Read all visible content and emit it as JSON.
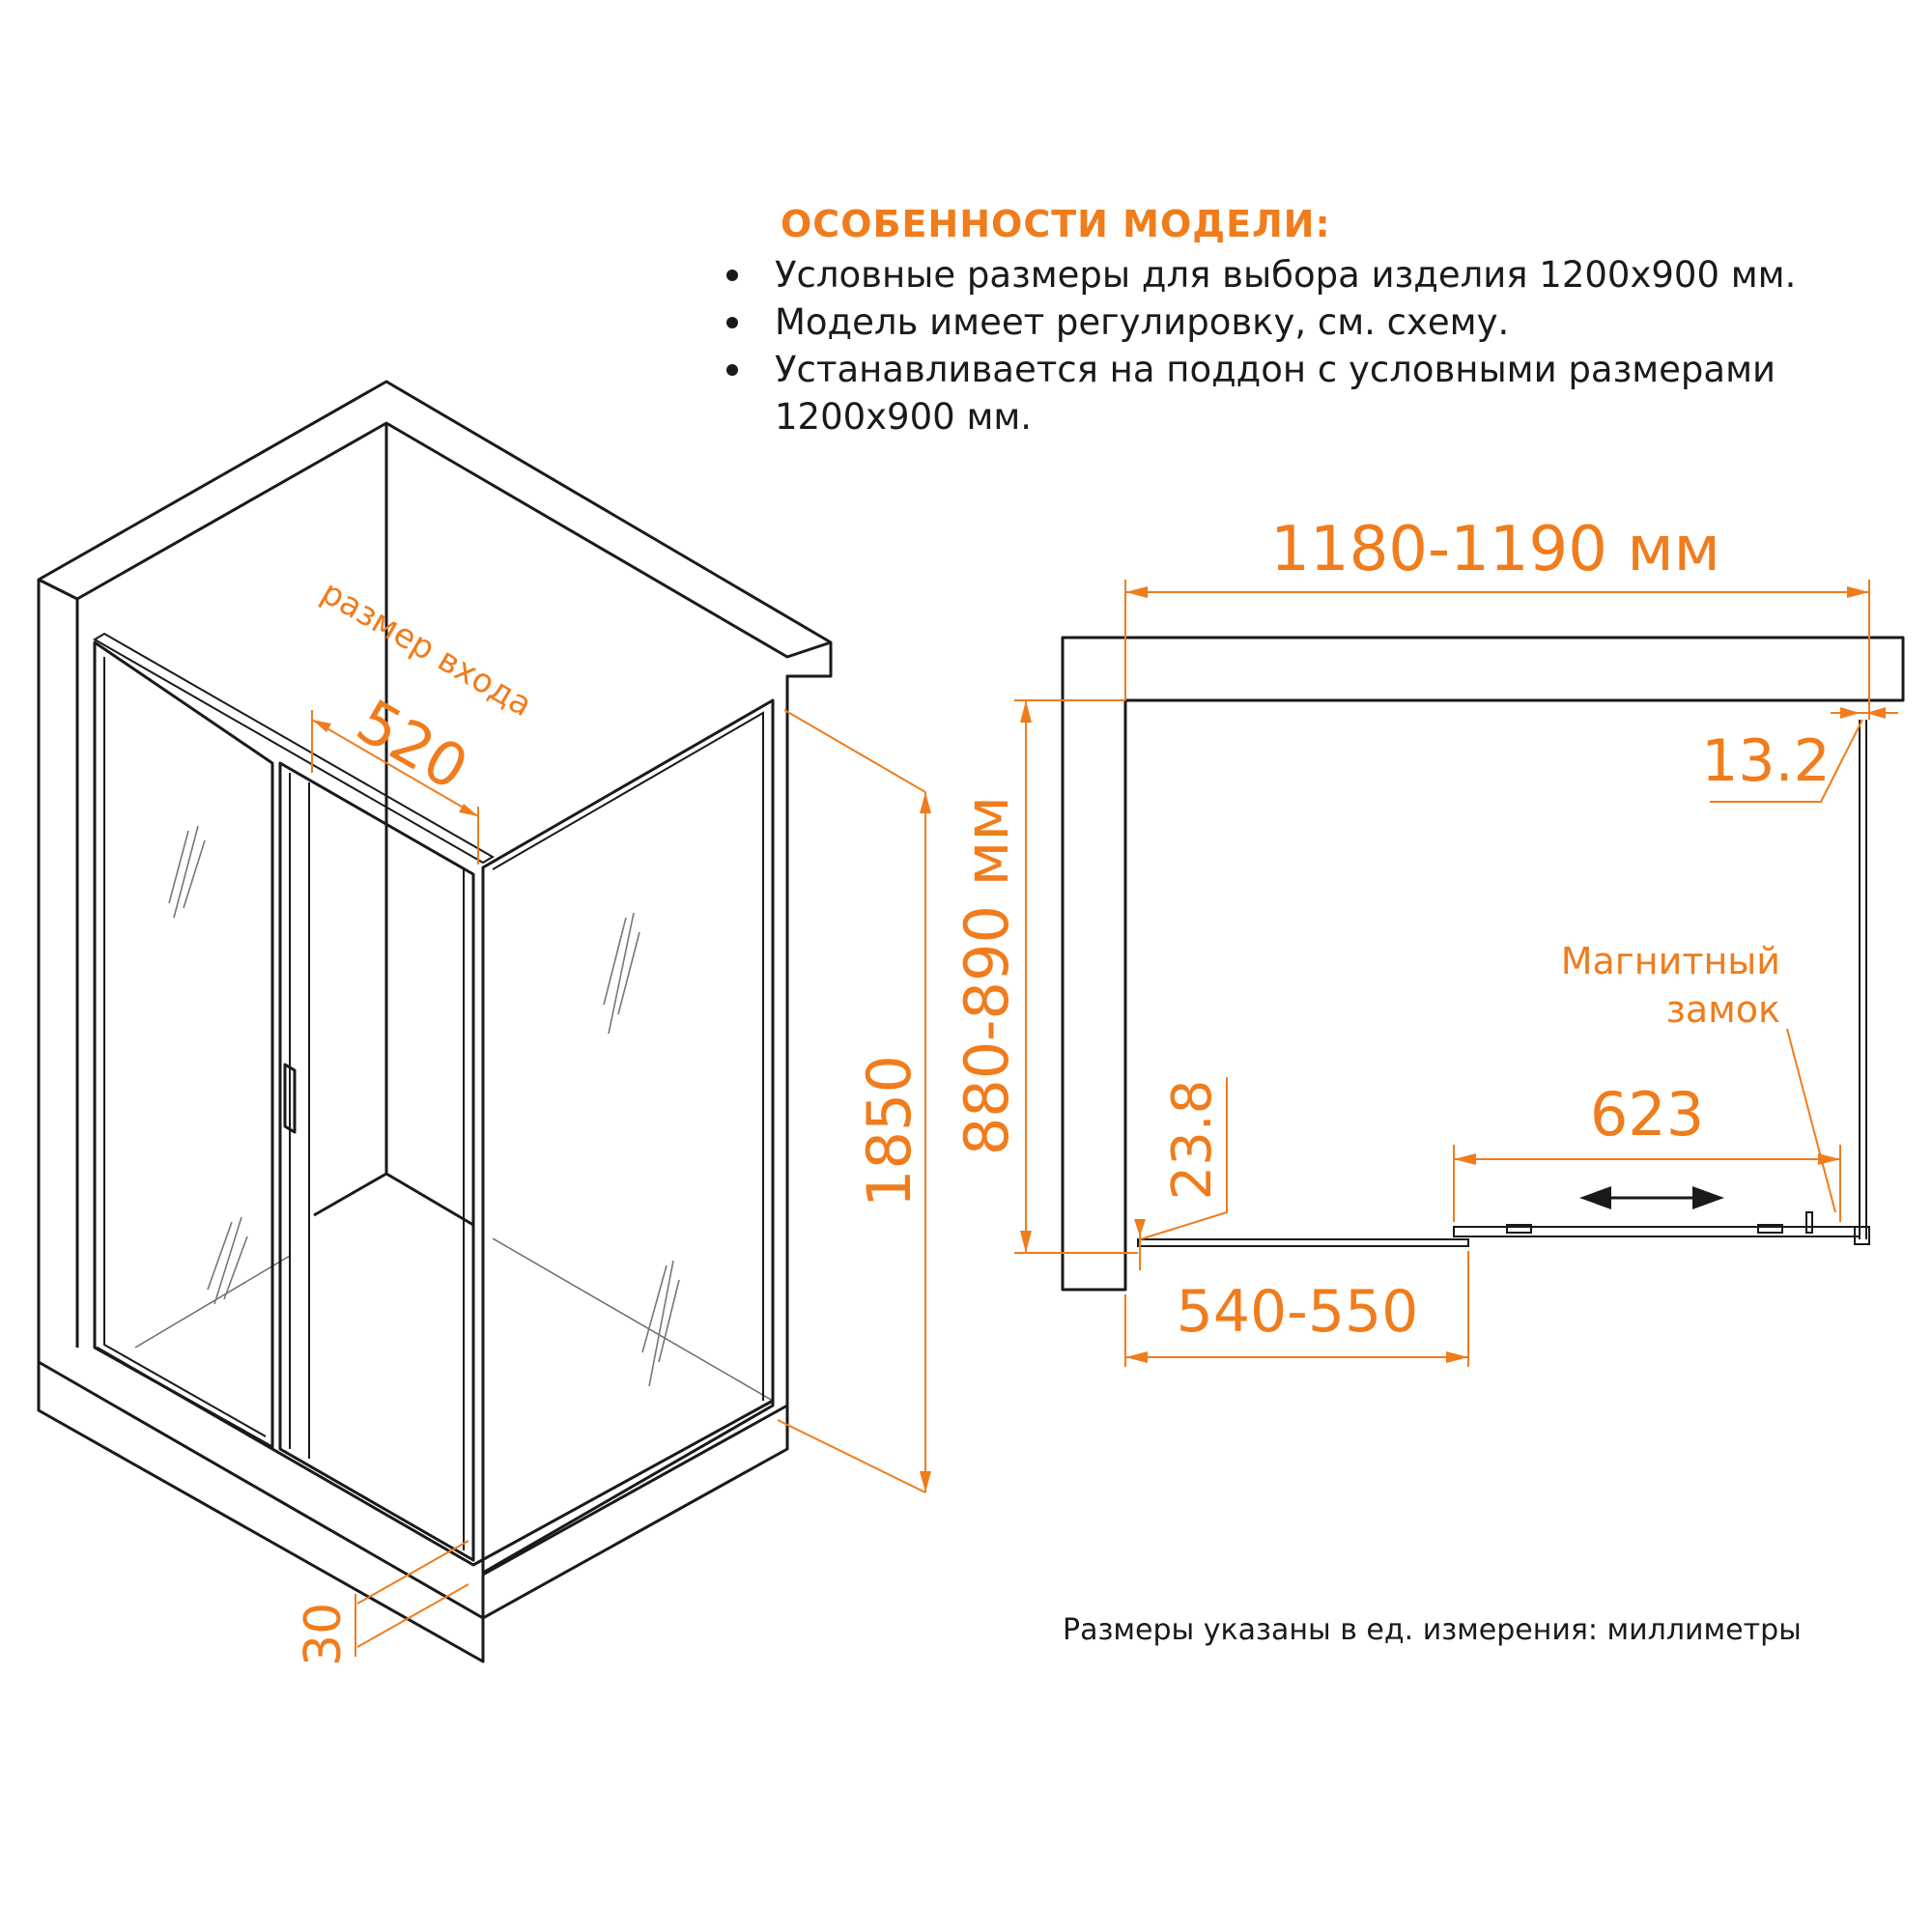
{
  "features": {
    "title": "ОСОБЕННОСТИ МОДЕЛИ:",
    "items": [
      "Условные размеры для выбора изделия 1200х900 мм.",
      "Модель имеет регулировку, см. схему.",
      "Устанавливается на поддон с условными размерами 1200х900 мм."
    ]
  },
  "iso_view": {
    "entry_label": "размер входа",
    "entry_width": "520",
    "height": "1850",
    "tray_height": "30"
  },
  "plan_view": {
    "width_range": "1180-1190 мм",
    "depth_range": "880-890 мм",
    "profile_gap": "13.2",
    "bottom_gap": "23.8",
    "fixed_panel": "540-550",
    "door_travel": "623",
    "magnet_lock_line1": "Магнитный",
    "magnet_lock_line2": "замок"
  },
  "units_note": "Размеры указаны в ед. измерения: миллиметры",
  "colors": {
    "accent": "#f07c1c",
    "lines": "#1a1a1a"
  }
}
